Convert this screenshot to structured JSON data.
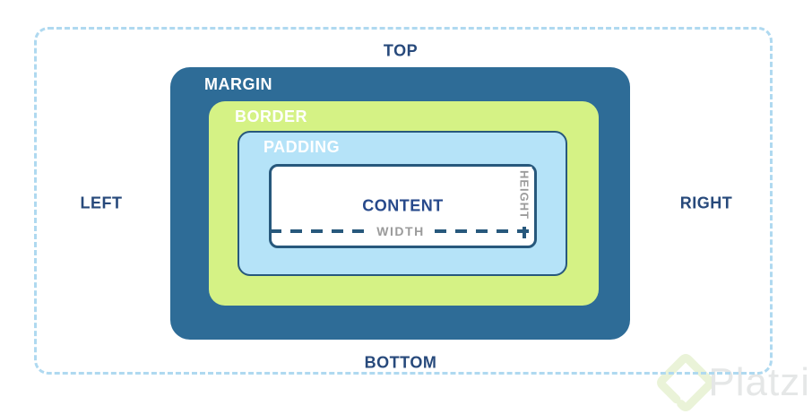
{
  "labels": {
    "top": "TOP",
    "left": "LEFT",
    "right": "RIGHT",
    "bottom": "BOTTOM"
  },
  "box_model": {
    "margin": "MARGIN",
    "border": "BORDER",
    "padding": "PADDING",
    "content": "CONTENT"
  },
  "dimensions": {
    "width": "WIDTH",
    "height": "HEIGHT"
  },
  "watermark": {
    "brand": "Platzi"
  },
  "colors": {
    "margin_fill": "#2E6C97",
    "border_fill": "#D5F285",
    "padding_fill": "#B5E3F8",
    "content_fill": "#FFFFFF",
    "box_outline": "#27587C",
    "label_navy": "#27497B",
    "margin_label": "#FFFFFF",
    "dim_gray": "#9B9B9B",
    "outer_dash_blue": "#AFD9F0",
    "watermark_green": "#EAF3D8",
    "watermark_gray": "#E5E7E7",
    "page_bg": "#FFFFFF"
  }
}
